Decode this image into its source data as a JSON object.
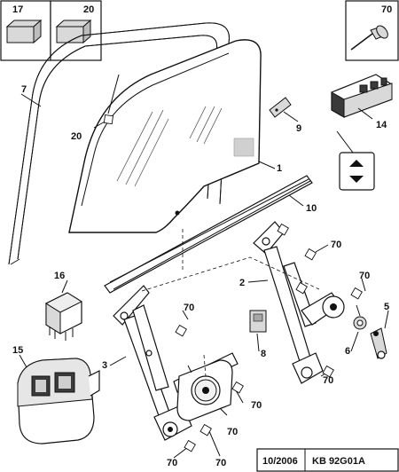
{
  "callouts": {
    "c17": "17",
    "c20_box": "20",
    "c70_box": "70",
    "c7": "7",
    "c20": "20",
    "c9": "9",
    "c14": "14",
    "c1": "1",
    "c10": "10",
    "c70_a": "70",
    "c16": "16",
    "c2": "2",
    "c70_b": "70",
    "c70_c": "70",
    "c5": "5",
    "c8": "8",
    "c6": "6",
    "c15": "15",
    "c3": "3",
    "c70_d": "70",
    "c70_e": "70",
    "c70_f": "70",
    "c70_g": "70",
    "c70_h": "70"
  },
  "footer": {
    "date": "10/2006",
    "ref": "KB 92G01A"
  }
}
